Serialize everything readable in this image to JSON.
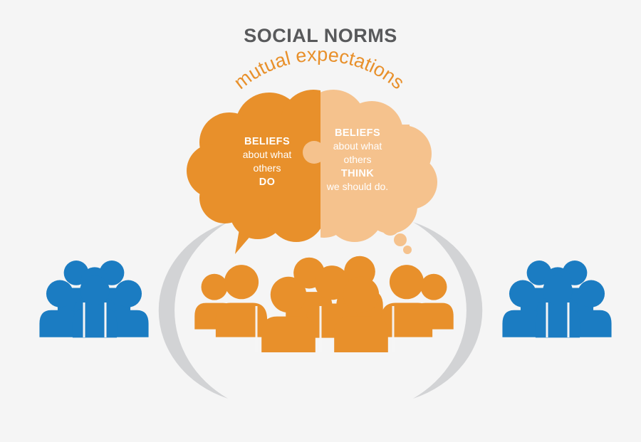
{
  "page": {
    "title": "SOCIAL NORMS",
    "background_color": "#f5f5f5"
  },
  "colors": {
    "title_gray": "#58595b",
    "orange_dark": "#e8902b",
    "orange_light": "#f5c28d",
    "blue": "#1b7cc2",
    "ring_gray": "#d2d3d5",
    "text_white": "#ffffff"
  },
  "arc_label": {
    "text": "mutual expectations",
    "color": "#e8902b"
  },
  "bubble": {
    "left": {
      "name": "descriptive-norms",
      "fill": "#e8902b",
      "lines": [
        {
          "text": "BELIEFS",
          "bold": true
        },
        {
          "text": "about what",
          "bold": false
        },
        {
          "text": "others",
          "bold": false
        },
        {
          "text": "DO",
          "bold": true
        }
      ]
    },
    "right": {
      "name": "injunctive-norms",
      "fill": "#f5c28d",
      "lines": [
        {
          "text": "BELIEFS",
          "bold": true
        },
        {
          "text": "about what",
          "bold": false
        },
        {
          "text": "others",
          "bold": false
        },
        {
          "text": "THINK",
          "bold": true
        },
        {
          "text": "we should do.",
          "bold": false
        }
      ]
    },
    "connector": "puzzle-knob",
    "tail": "speech-tail-left",
    "trail_dots": 3
  },
  "groups": {
    "center": {
      "name": "orange-crowd",
      "color": "#e8902b",
      "person_count": 9
    },
    "left": {
      "name": "blue-group-left",
      "color": "#1b7cc2",
      "person_count": 5
    },
    "right": {
      "name": "blue-group-right",
      "color": "#1b7cc2",
      "person_count": 5
    }
  },
  "ring": {
    "name": "gray-circle-ring",
    "color": "#d2d3d5"
  }
}
